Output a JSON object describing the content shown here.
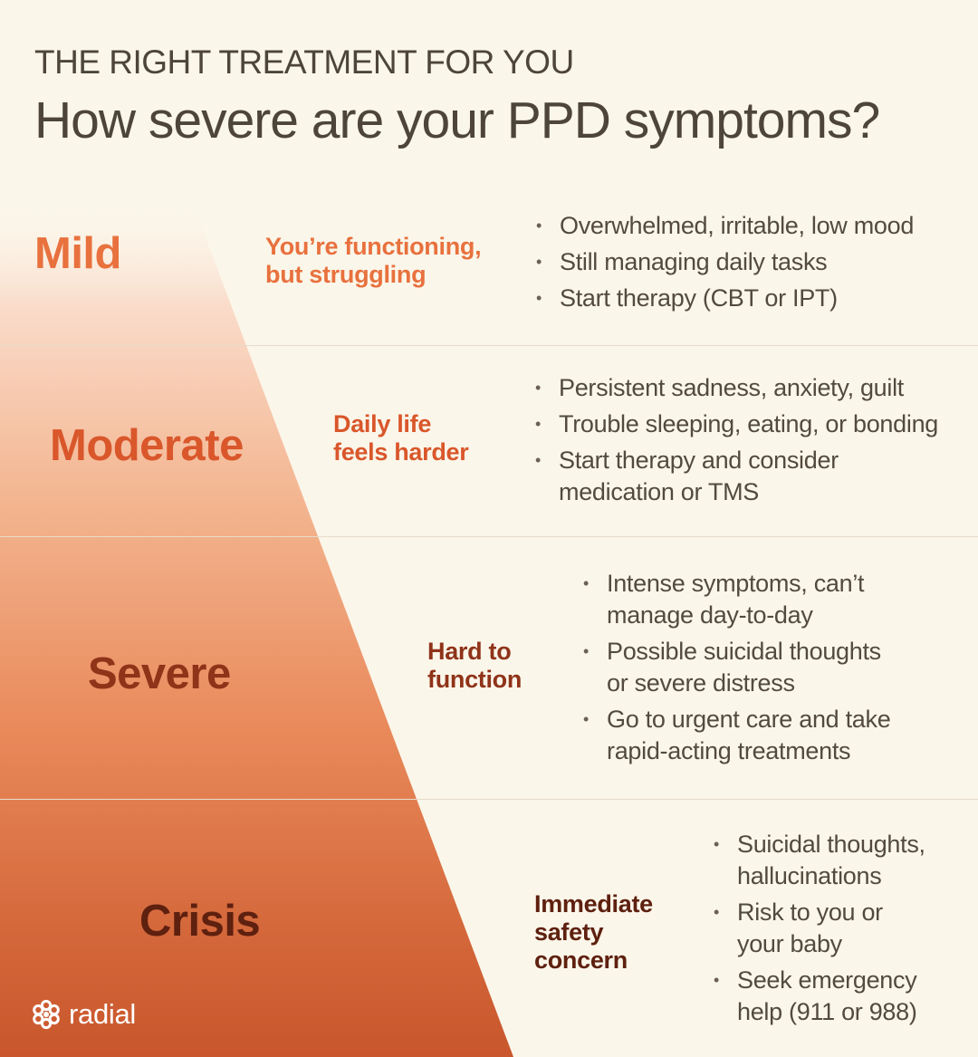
{
  "header": {
    "kicker": "THE RIGHT TREATMENT FOR YOU",
    "title": "How severe are your PPD symptoms?"
  },
  "levels": [
    {
      "name": "Mild",
      "tag": "You’re functioning,\nbut struggling",
      "bullets": [
        "Overwhelmed, irritable, low mood",
        "Still managing daily tasks",
        "Start therapy (CBT or IPT)"
      ]
    },
    {
      "name": "Moderate",
      "tag": "Daily life\nfeels harder",
      "bullets": [
        "Persistent sadness, anxiety, guilt",
        "Trouble sleeping, eating, or bonding",
        "Start therapy and consider medication or TMS"
      ]
    },
    {
      "name": "Severe",
      "tag": "Hard to\nfunction",
      "bullets": [
        "Intense symptoms, can’t manage day-to-day",
        "Possible suicidal thoughts or severe distress",
        "Go to urgent care and take rapid-acting treatments"
      ]
    },
    {
      "name": "Crisis",
      "tag": "Immediate\nsafety\nconcern",
      "bullets": [
        "Suicidal thoughts, hallucinations",
        "Risk to you or your baby",
        "Seek emergency help (911 or 988)"
      ]
    }
  ],
  "colors": {
    "mild": "#e8713e",
    "moderate": "#d9572b",
    "severe": "#8f3319",
    "crisis": "#5e200f",
    "background": "#fbf6ea",
    "divider": "#e7dccb"
  },
  "brand": {
    "name": "radial",
    "icon": "flower-logo-icon"
  }
}
